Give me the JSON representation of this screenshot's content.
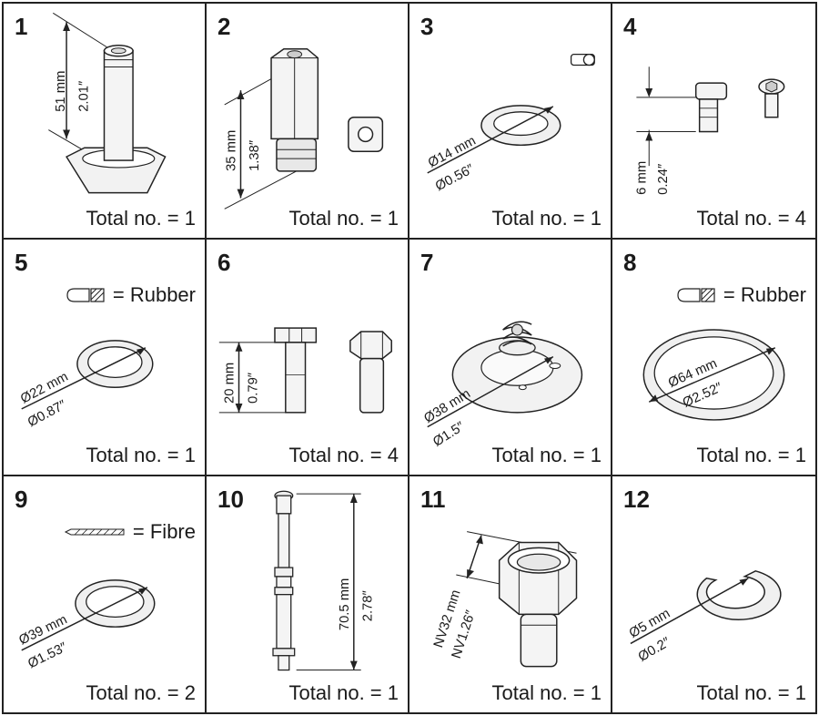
{
  "cells": [
    {
      "number": "1",
      "dim1": "51 mm",
      "dim2": "2.01″",
      "total": "Total no. = 1"
    },
    {
      "number": "2",
      "dim1": "35 mm",
      "dim2": "1.38″",
      "total": "Total no. = 1"
    },
    {
      "number": "3",
      "dim1": "Ø14 mm",
      "dim2": "Ø0.56″",
      "total": "Total no. = 1"
    },
    {
      "number": "4",
      "dim1": "6 mm",
      "dim2": "0.24″",
      "total": "Total no. = 4"
    },
    {
      "number": "5",
      "legend": "= Rubber",
      "dim1": "Ø22 mm",
      "dim2": "Ø0.87″",
      "total": "Total no. = 1"
    },
    {
      "number": "6",
      "dim1": "20 mm",
      "dim2": "0.79″",
      "total": "Total no. = 4"
    },
    {
      "number": "7",
      "dim1": "Ø38 mm",
      "dim2": "Ø1.5″",
      "total": "Total no. = 1"
    },
    {
      "number": "8",
      "legend": "= Rubber",
      "dim1": "Ø64 mm",
      "dim2": "Ø2.52″",
      "total": "Total no. = 1"
    },
    {
      "number": "9",
      "legend": "= Fibre",
      "dim1": "Ø39 mm",
      "dim2": "Ø1.53″",
      "total": "Total no. = 2"
    },
    {
      "number": "10",
      "dim1": "70.5 mm",
      "dim2": "2.78″",
      "total": "Total no. = 1"
    },
    {
      "number": "11",
      "dim1": "NV32 mm",
      "dim2": "NV1.26″",
      "total": "Total no. = 1"
    },
    {
      "number": "12",
      "dim1": "Ø5 mm",
      "dim2": "Ø0.2″",
      "total": "Total no. = 1"
    }
  ]
}
